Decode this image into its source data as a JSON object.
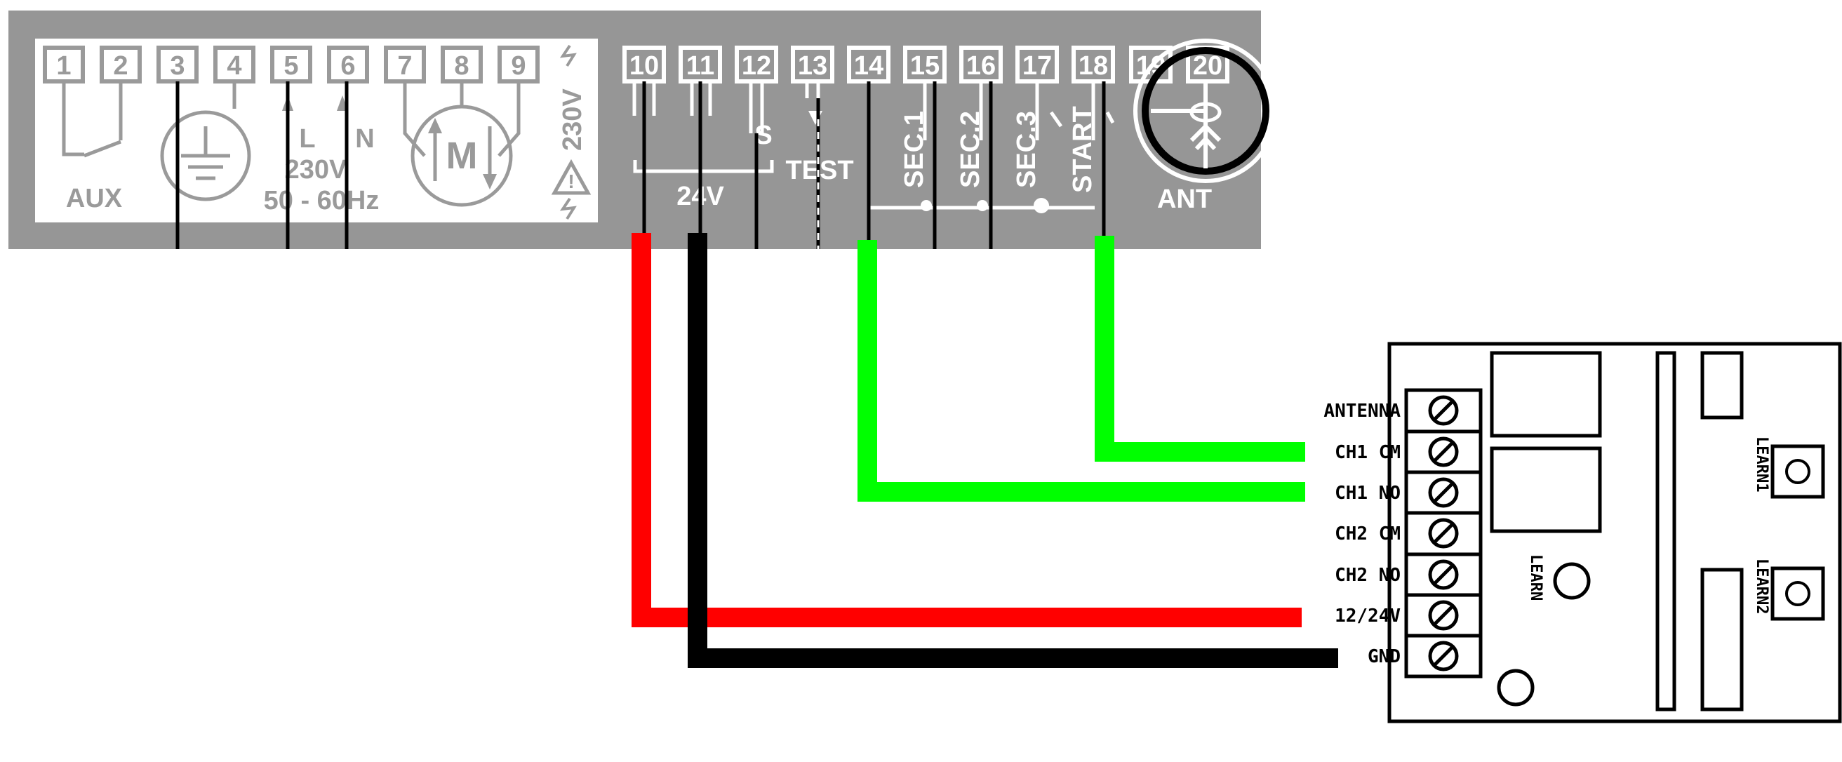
{
  "controller": {
    "terminals": [
      "1",
      "2",
      "3",
      "4",
      "5",
      "6",
      "7",
      "8",
      "9",
      "10",
      "11",
      "12",
      "13",
      "14",
      "15",
      "16",
      "17",
      "18",
      "19",
      "20"
    ],
    "labels": {
      "aux": "AUX",
      "line": "L",
      "neutral": "N",
      "mains_voltage": "230V",
      "mains_freq": "50 - 60Hz",
      "motor": "M",
      "motor_voltage": "230V",
      "supply_24v": "24V",
      "s": "S",
      "test": "TEST",
      "sec1": "SEC.1",
      "sec2": "SEC.2",
      "sec3": "SEC.3",
      "start": "START",
      "ant": "ANT"
    }
  },
  "receiver": {
    "terminals": [
      "ANTENNA",
      "CH1 CM",
      "CH1 NO",
      "CH2 CM",
      "CH2 NO",
      "12/24V",
      "GND"
    ],
    "learn": "LEARN",
    "learn1": "LEARN1",
    "learn2": "LEARN2"
  },
  "wires": [
    {
      "from": "10",
      "to": "12/24V",
      "color": "#ff0000"
    },
    {
      "from": "11",
      "to": "GND",
      "color": "#000000"
    },
    {
      "from": "14",
      "to": "CH1 NO",
      "color": "#00ff00"
    },
    {
      "from": "18",
      "to": "CH1 CM",
      "color": "#00ff00"
    }
  ],
  "colors": {
    "panel": "#969696",
    "red": "#ff0000",
    "green": "#00ff00",
    "black": "#000000"
  }
}
